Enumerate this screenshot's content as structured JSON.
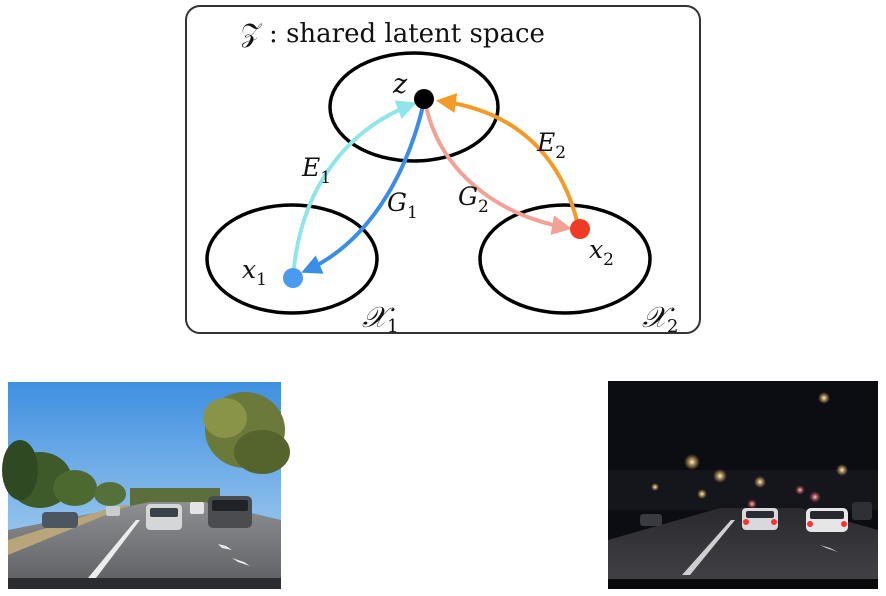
{
  "diagram": {
    "title": "𝒵 : shared latent space",
    "latent_point": {
      "label": "z",
      "color": "#000000"
    },
    "domain_1": {
      "label": "𝒳",
      "subscript": "1"
    },
    "domain_2": {
      "label": "𝒳",
      "subscript": "2"
    },
    "point_1": {
      "label": "x",
      "subscript": "1",
      "color": "#4a9af0"
    },
    "point_2": {
      "label": "x",
      "subscript": "2",
      "color": "#ef3a25"
    },
    "arrows": {
      "E1": {
        "label": "E",
        "subscript": "1",
        "color": "#8fe6e8"
      },
      "G1": {
        "label": "G",
        "subscript": "1",
        "color": "#3b8ee8"
      },
      "G2": {
        "label": "G",
        "subscript": "2",
        "color": "#f2a196"
      },
      "E2": {
        "label": "E",
        "subscript": "2",
        "color": "#f59a26"
      }
    }
  },
  "photos": {
    "day": {
      "scene": "daytime street dashcam view"
    },
    "night": {
      "scene": "nighttime street dashcam view"
    }
  }
}
